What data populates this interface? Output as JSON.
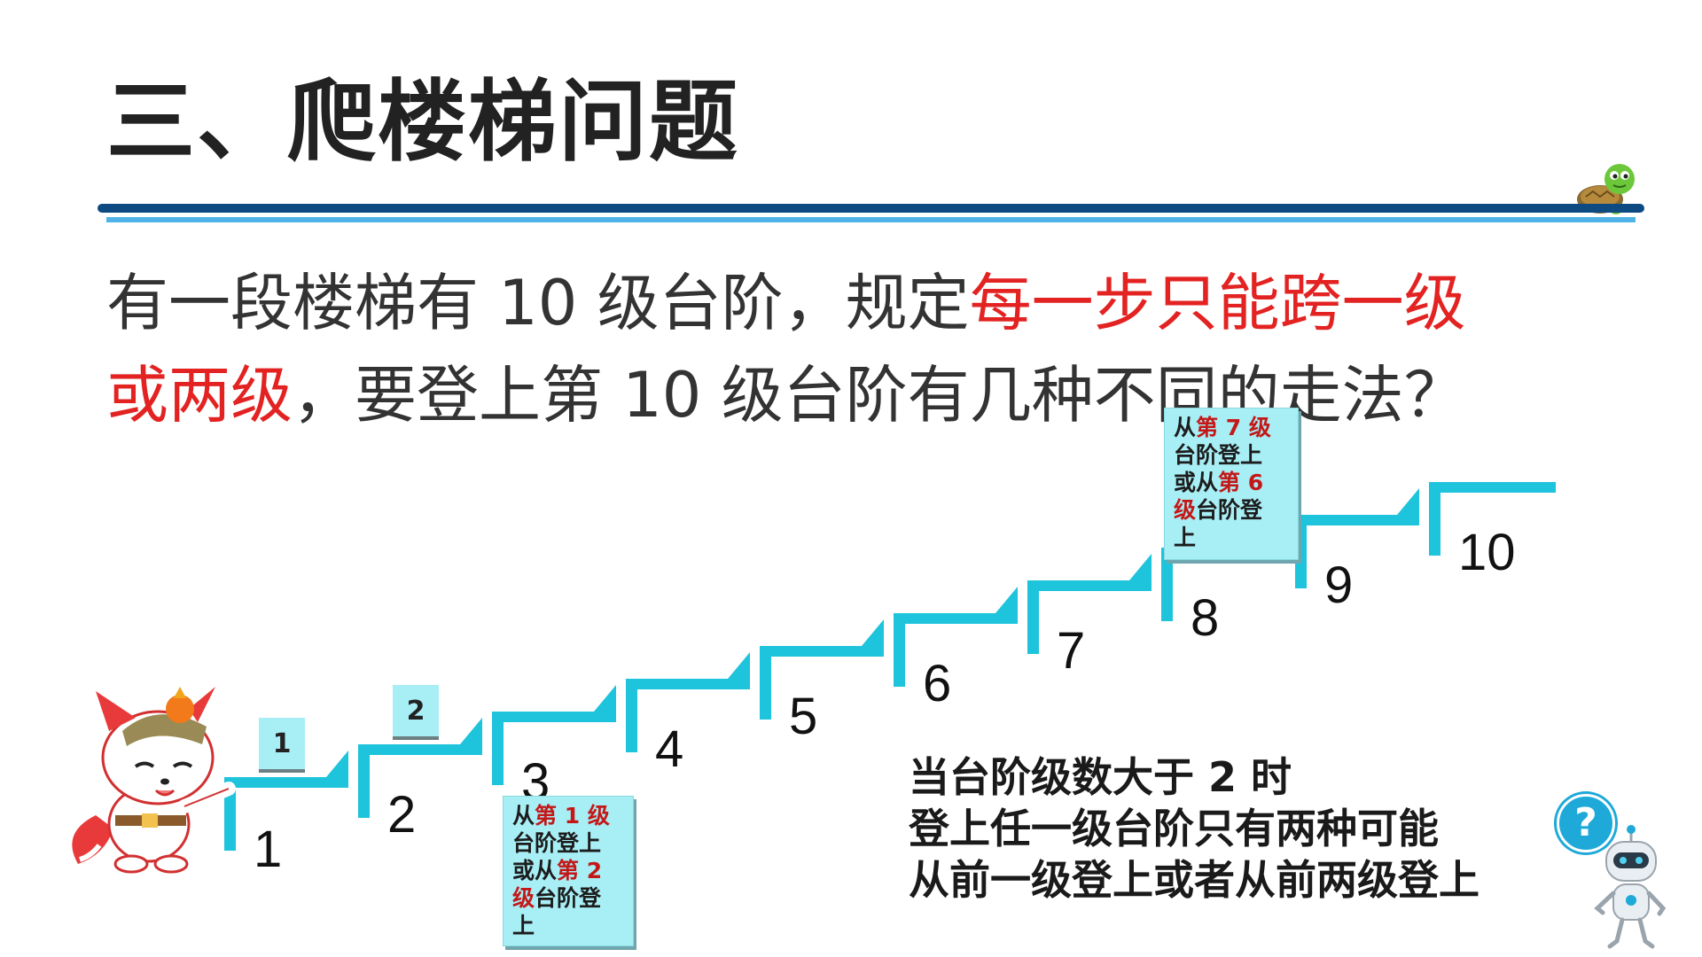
{
  "slide": {
    "title": "三、爬楼梯问题",
    "problem": {
      "line1_a": "有一段楼梯有 10 级台阶，规定",
      "line1_hl": "每一步只能跨一级",
      "line2_hl": "或两级",
      "line2_b": "，要登上第 10 级台阶有几种不同的走法？"
    },
    "steps": [
      "1",
      "2",
      "3",
      "4",
      "5",
      "6",
      "7",
      "8",
      "9",
      "10"
    ],
    "mini_boxes": [
      "1",
      "2"
    ],
    "note_step3": {
      "a": "从",
      "b": "第 1 级",
      "c": "台阶登上",
      "d": "或从",
      "e": "第 2",
      "f": "级",
      "g": "台阶登",
      "h": "上"
    },
    "note_step8": {
      "a": "从",
      "b": "第 7 级",
      "c": "台阶登上",
      "d": "或从",
      "e": "第 6",
      "f": "级",
      "g": "台阶登",
      "h": "上"
    },
    "summary": {
      "line1": "当台阶级数大于 2 时",
      "line2": "登上任一级台阶只有两种可能",
      "line3": "从前一级登上或者从前两级登上"
    },
    "question_mark": "?"
  },
  "colors": {
    "stair": "#1ec3dc",
    "accent_red": "#e32222",
    "rule_dark": "#0e4a82",
    "rule_light": "#4fb3e8",
    "note_bg": "#a8eef5"
  },
  "icons": [
    "turtle-icon",
    "fox-mascot",
    "robot-mascot",
    "question-bubble-icon"
  ]
}
